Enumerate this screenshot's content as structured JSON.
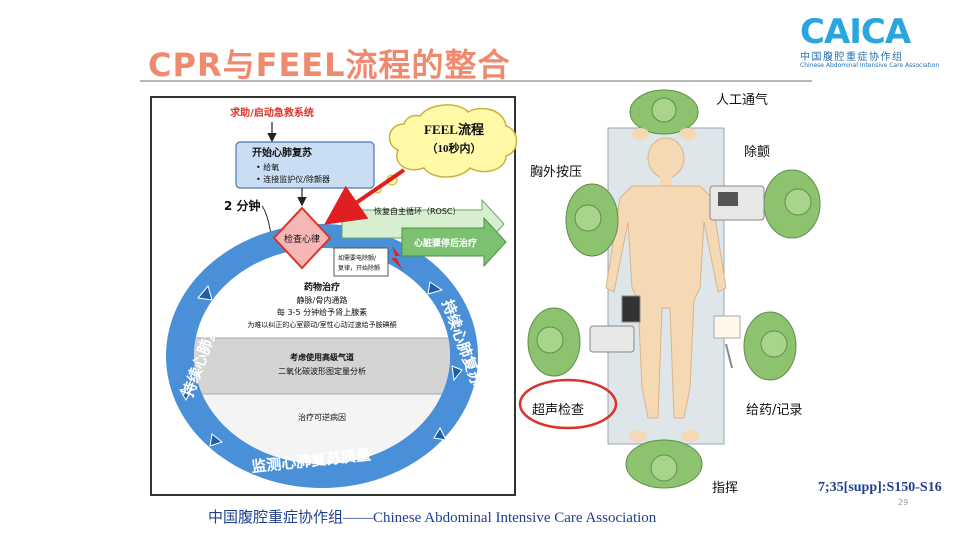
{
  "title": "CPR与FEEL流程的整合",
  "logo": {
    "mark": "CAICA",
    "cn": "中国腹腔重症协作组",
    "en": "Chinese Abdominal Intensive Care Association"
  },
  "cpr": {
    "top_label": "求助/启动急救系统",
    "start_box": {
      "title": "开始心肺复苏",
      "items": [
        "• 给氧",
        "• 连接监护仪/除颤器"
      ]
    },
    "two_min": "2 分钟",
    "check_rhythm": "检查心律",
    "rosc": "恢复自主循环（ROSC）",
    "post_arrest": "心脏骤停后治疗",
    "shock_note": [
      "如需要电除颤/",
      "复律，开始除颤"
    ],
    "drug": {
      "title": "药物治疗",
      "lines": [
        "静脉/骨内通路",
        "每 3-5 分钟给予肾上腺素",
        "为难以纠正的心室颤动/室性心动过速给予胺碘酮"
      ]
    },
    "airway": {
      "title": "考虑使用高级气道",
      "lines": [
        "二氧化碳波形图定量分析"
      ]
    },
    "reversible": "治疗可逆病因",
    "left_arc": "持续心肺复苏",
    "right_arc": "持续心肺复苏",
    "bottom_arc": "监测心肺复苏质量",
    "feel_bubble": [
      "FEEL流程",
      "（10秒内）"
    ]
  },
  "team": {
    "ventilation": "人工通气",
    "defib": "除颤",
    "compression": "胸外按压",
    "ultrasound": "超声检查",
    "drugs": "给药/记录",
    "leader": "指挥"
  },
  "footer": "中国腹腔重症协作组——Chinese Abdominal Intensive Care Association",
  "reference": "7;35[supp]:S150-S16",
  "page_number": "29",
  "colors": {
    "title": "#f08a6e",
    "ring": "#4a90d9",
    "accent_red": "#d9342b",
    "person_green": "#8dc26f",
    "skin": "#f5d9b5"
  }
}
